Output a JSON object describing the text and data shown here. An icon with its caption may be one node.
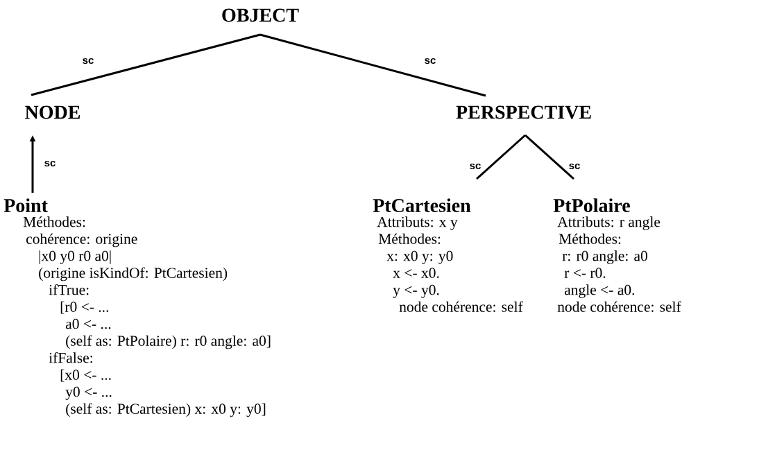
{
  "diagram": {
    "nodes": [
      {
        "text": [
          "OBJECT"
        ]
      },
      {
        "text": [
          "NODE"
        ]
      },
      {
        "text": [
          "PERSPECTIVE"
        ]
      },
      {
        "text": [
          "Point",
          "Méthodes:",
          "cohérence: origine",
          "|x0 y0 r0 a0|",
          "(origine isKindOf: PtCartesien)",
          "ifTrue:",
          "[r0 <- ...",
          "a0 <- ...",
          "(self as: PtPolaire) r: r0 angle: a0]",
          "ifFalse:",
          "[x0 <- ...",
          "y0 <- ...",
          "(self as: PtCartesien) x: x0 y: y0]"
        ]
      },
      {
        "text": [
          "PtCartesien",
          "Attributs: x y",
          "Méthodes:",
          "x: x0 y: y0",
          "x <- x0.",
          "y <- y0.",
          "node cohérence: self"
        ]
      },
      {
        "text": [
          "PtPolaire",
          "Attributs: r angle",
          "Méthodes:",
          "r: r0 angle: a0",
          "r <- r0.",
          "angle <- a0.",
          "node cohérence: self"
        ]
      }
    ],
    "edges": [
      {
        "from": 0,
        "to": 1,
        "arrow": "none",
        "label": "sc"
      },
      {
        "from": 0,
        "to": 2,
        "arrow": "none",
        "label": "sc"
      },
      {
        "from": 3,
        "to": 1,
        "arrow": "to",
        "label": "sc"
      },
      {
        "from": 2,
        "to": 4,
        "arrow": "none",
        "label": "sc"
      },
      {
        "from": 2,
        "to": 5,
        "arrow": "none",
        "label": "sc"
      }
    ]
  }
}
